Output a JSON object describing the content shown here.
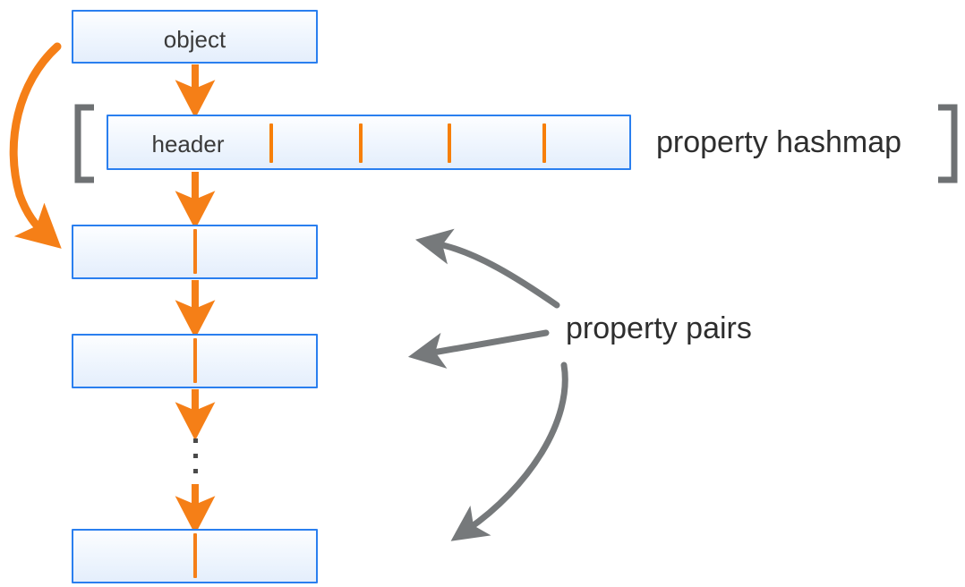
{
  "diagram": {
    "title_text_present": false,
    "colors": {
      "box_border": "#2a7fef",
      "box_fill_top": "#fdfeff",
      "box_fill_bottom": "#e4eefc",
      "orange": "#f57f17",
      "gray": "#76797b",
      "text": "#2e2e2e",
      "dots": "#4a4a4a",
      "background": "#ffffff"
    },
    "boxes": [
      {
        "id": "object",
        "label": "object",
        "label_visible": true
      },
      {
        "id": "header",
        "label": "header",
        "label_visible": true
      },
      {
        "id": "pair-1",
        "label": "",
        "label_visible": false
      },
      {
        "id": "pair-2",
        "label": "",
        "label_visible": false
      },
      {
        "id": "pair-n",
        "label": "",
        "label_visible": false
      }
    ],
    "annotations": [
      {
        "id": "property-hashmap",
        "label": "property hashmap"
      },
      {
        "id": "property-pairs",
        "label": "property pairs"
      }
    ],
    "brackets": {
      "left": "[",
      "right": "]"
    },
    "hashmap_slot_count": 4,
    "ellipsis_dot_count": 3
  }
}
